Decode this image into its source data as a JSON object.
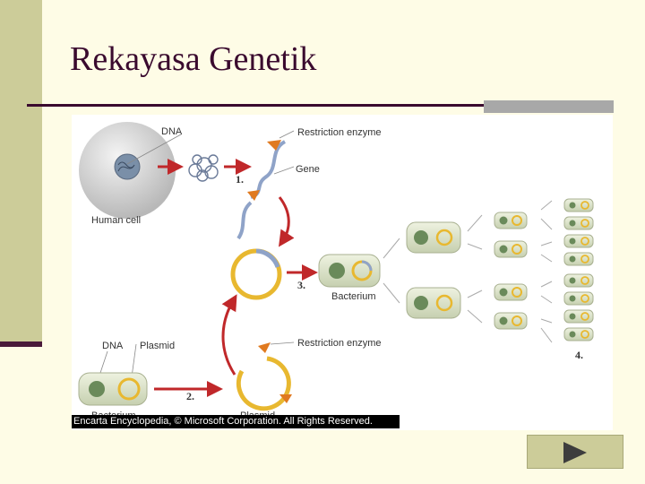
{
  "slide": {
    "title": "Rekayasa Genetik"
  },
  "diagram": {
    "labels": {
      "dna": "DNA",
      "restriction_enzyme_top": "Restriction enzyme",
      "gene": "Gene",
      "human_cell": "Human cell",
      "step1": "1.",
      "step2": "2.",
      "step3": "3.",
      "step4": "4.",
      "bacterium": "Bacterium",
      "dna_small": "DNA",
      "plasmid": "Plasmid",
      "restriction_enzyme_bottom": "Restriction enzyme",
      "bacterium_bottom": "Bacterium",
      "plasmid_bottom": "Plasmid"
    },
    "copyright": "Encarta Encyclopedia, © Microsoft Corporation. All Rights Reserved."
  },
  "navigation": {
    "next_icon": "play-triangle-icon"
  },
  "colors": {
    "title": "#3a0a2e",
    "sidebar": "#cccc99",
    "arrow": "#c0282a",
    "plasmid": "#e8b830",
    "gene": "#8fa3c8"
  }
}
